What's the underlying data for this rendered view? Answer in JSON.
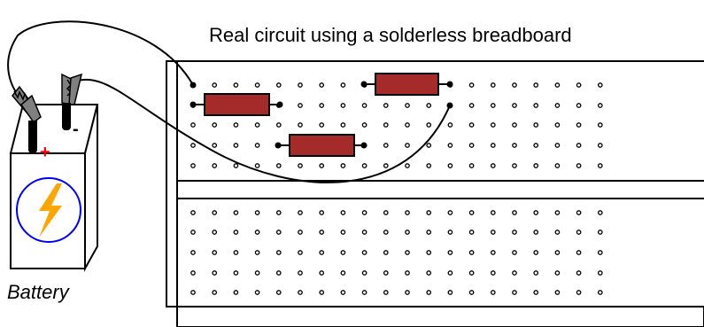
{
  "title": "Real circuit using a solderless breadboard",
  "battery": {
    "label": "Battery",
    "positive_symbol": "+",
    "negative_symbol": "-",
    "icon": "lightning-bolt-icon"
  },
  "breadboard": {
    "columns": 20,
    "top_rows": 5,
    "bottom_rows": 5
  },
  "resistors": [
    {
      "name": "resistor-1"
    },
    {
      "name": "resistor-2"
    },
    {
      "name": "resistor-3"
    }
  ],
  "colors": {
    "resistor_body": "#a52a2a",
    "positive_lead": "#ff0000",
    "bolt": "#ffa500",
    "bolt_circle": "#0000ff"
  }
}
